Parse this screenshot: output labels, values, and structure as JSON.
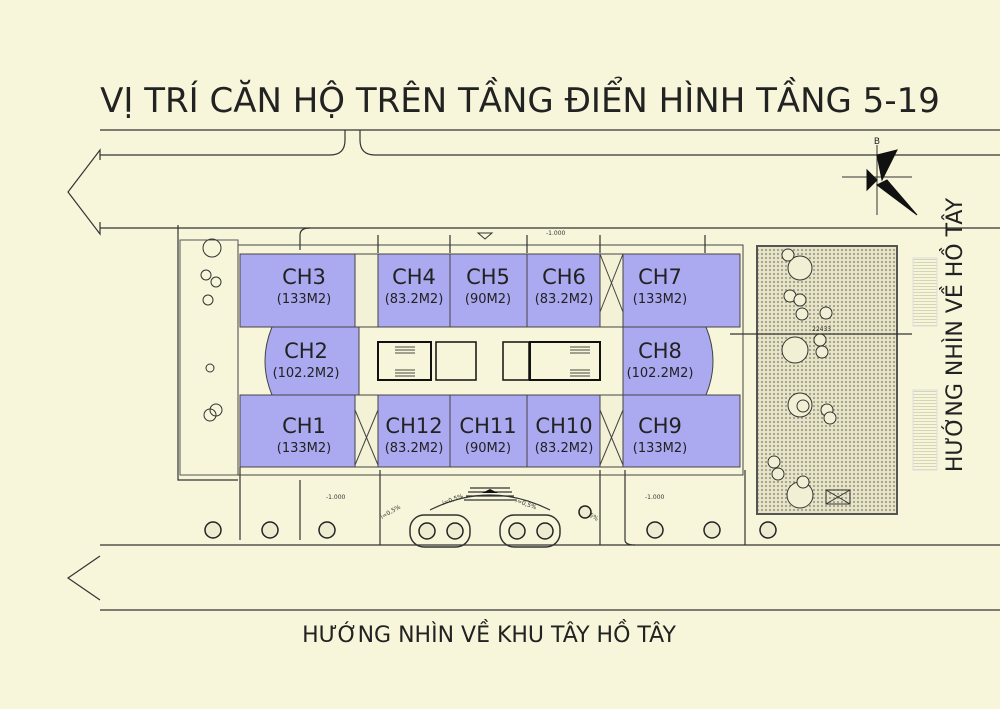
{
  "title": "VỊ TRÍ CĂN HỘ TRÊN TẦNG ĐIỂN HÌNH TẦNG 5-19",
  "units": [
    {
      "name": "CH1",
      "area": "(133M2)"
    },
    {
      "name": "CH2",
      "area": "(102.2M2)"
    },
    {
      "name": "CH3",
      "area": "(133M2)"
    },
    {
      "name": "CH4",
      "area": "(83.2M2)"
    },
    {
      "name": "CH5",
      "area": "(90M2)"
    },
    {
      "name": "CH6",
      "area": "(83.2M2)"
    },
    {
      "name": "CH7",
      "area": "(133M2)"
    },
    {
      "name": "CH8",
      "area": "(102.2M2)"
    },
    {
      "name": "CH9",
      "area": "(133M2)"
    },
    {
      "name": "CH10",
      "area": "(83.2M2)"
    },
    {
      "name": "CH11",
      "area": "(90M2)"
    },
    {
      "name": "CH12",
      "area": "(83.2M2)"
    }
  ],
  "view_right": "HƯỚNG NHÌN VỀ HỒ TÂY",
  "view_bottom": "HƯỚNG NHÌN VỀ KHU TÂY HỒ TÂY",
  "compass_label": "B",
  "level_label": "-1.000",
  "slope_label": "i=0,5%",
  "dimension_label": "22433",
  "colors": {
    "background": "#f7f6da",
    "unit_fill": "#aba9f0"
  }
}
